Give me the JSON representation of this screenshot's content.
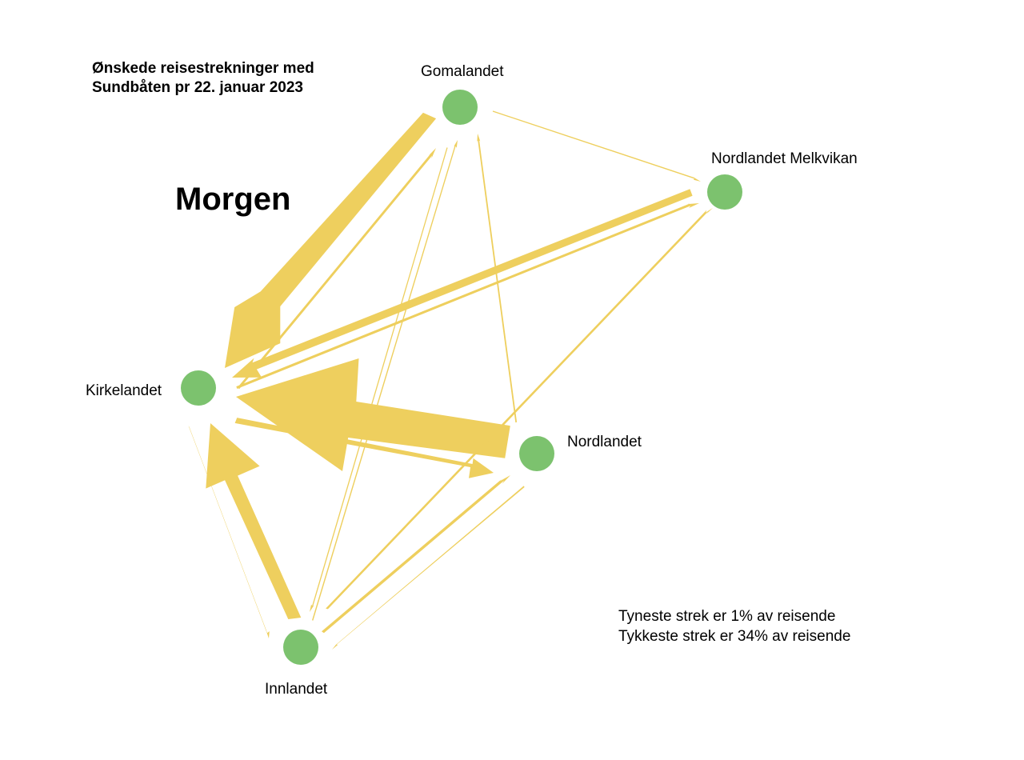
{
  "title": {
    "line1": "Ønskede reisestrekninger med",
    "line2": "Sundbåten pr 22. januar 2023"
  },
  "period_label": "Morgen",
  "nodes": {
    "gomalandet": "Gomalandet",
    "melkvikan": "Nordlandet Melkvikan",
    "kirkelandet": "Kirkelandet",
    "nordlandet": "Nordlandet",
    "innlandet": "Innlandet"
  },
  "legend": {
    "line1": "Tyneste strek er 1% av reisende",
    "line2": "Tykkeste strek er 34% av reisende"
  },
  "colors": {
    "edge": "#EECF5E",
    "node": "#7CC26E"
  }
}
